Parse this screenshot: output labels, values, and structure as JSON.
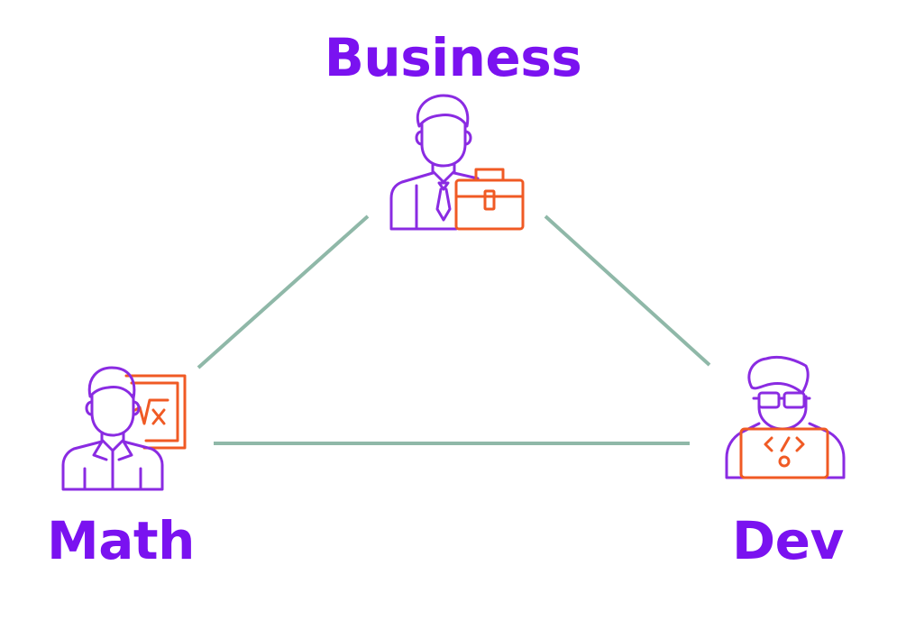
{
  "nodes": {
    "business": {
      "label": "Business"
    },
    "math": {
      "label": "Math"
    },
    "dev": {
      "label": "Dev"
    }
  },
  "icons": {
    "business": "businessman-with-briefcase-icon",
    "math": "mathematician-with-board-icon",
    "dev": "developer-with-laptop-icon"
  },
  "colors": {
    "label": "#7a12f0",
    "icon_primary": "#8a2be2",
    "icon_accent": "#f05a24",
    "connector": "#8fb8a8"
  }
}
